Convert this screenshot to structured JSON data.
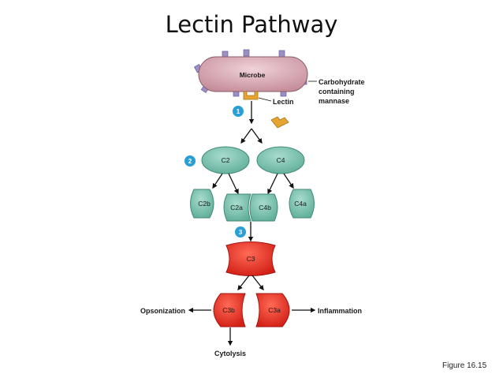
{
  "slide": {
    "title": "Lectin Pathway",
    "caption": "Figure 16.15"
  },
  "diagram": {
    "microbe": "Microbe",
    "carbohydrate": [
      "Carbohydrate",
      "containing",
      "mannase"
    ],
    "lectin": "Lectin",
    "steps": [
      "1",
      "2",
      "3"
    ],
    "c2": "C2",
    "c4": "C4",
    "c2b": "C2b",
    "c2a": "C2a",
    "c4b": "C4b",
    "c4a": "C4a",
    "c3": "C3",
    "c3b": "C3b",
    "c3a": "C3a",
    "opsonization": "Opsonization",
    "inflammation": "Inflammation",
    "cytolysis": "Cytolysis"
  },
  "colors": {
    "microbe": "#d9a9b4",
    "lectin": "#e6a531",
    "teal": "#7fc7b4",
    "red": "#e8392e",
    "step_badge": "#2a9fd6",
    "carbohydrate": "#9b8fc4"
  }
}
